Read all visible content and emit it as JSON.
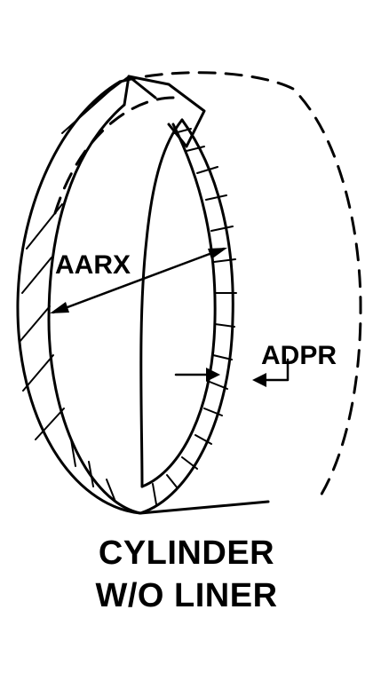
{
  "diagram": {
    "labels": {
      "inner_diameter": "AARX",
      "wall_thickness": "ADPR"
    },
    "caption": {
      "line1": "CYLINDER",
      "line2": "W/O LINER"
    }
  }
}
